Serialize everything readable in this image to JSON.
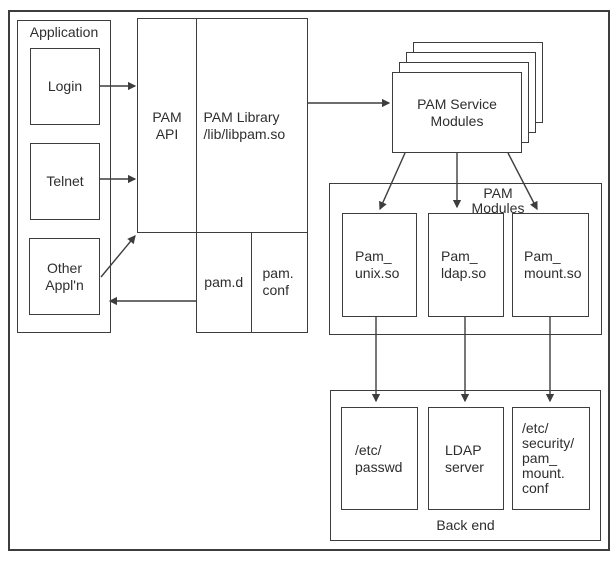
{
  "colors": {
    "line": "#3d3d3d",
    "text": "#2e2e2e",
    "background": "#ffffff"
  },
  "application": {
    "label": "Application",
    "login": "Login",
    "telnet": "Telnet",
    "other_appln": "Other\nAppl'n"
  },
  "pam_api": {
    "label": "PAM\nAPI"
  },
  "pam_library": {
    "label": "PAM Library\n/lib/libpam.so"
  },
  "pam_d": {
    "label": "pam.d"
  },
  "pam_conf": {
    "label": "pam.\nconf"
  },
  "pam_service_modules": {
    "label": "PAM Service\nModules"
  },
  "pam_modules": {
    "label": "PAM\nModules",
    "pam_unix": "Pam_\nunix.so",
    "pam_ldap": "Pam_\nldap.so",
    "pam_mount": "Pam_\nmount.so"
  },
  "back_end": {
    "label": "Back end",
    "etc_passwd": "/etc/\npasswd",
    "ldap_server": "LDAP\nserver",
    "pam_mount_conf": "/etc/\nsecurity/\npam_\nmount.\nconf"
  }
}
